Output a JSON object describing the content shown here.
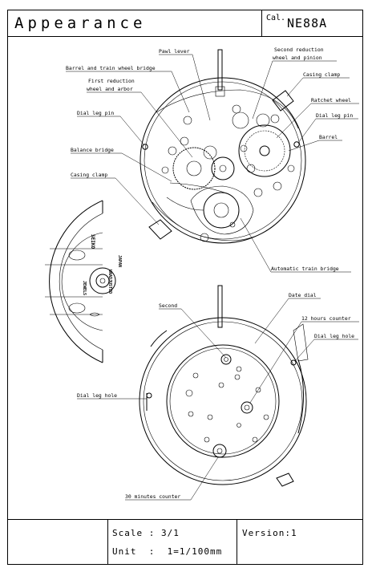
{
  "header": {
    "title": "Appearance",
    "cal_label": "Cal.",
    "cal_value": "NE88A"
  },
  "footer": {
    "scale": "Scale : 3/1",
    "unit": "Unit  :  1=1/100mm",
    "version": "Version:1"
  },
  "labels_top": {
    "pawl_lever": "Pawl lever",
    "second_reduction_1": "Second reduction",
    "second_reduction_2": "wheel and pinion",
    "barrel_train_bridge": "Barrel and train wheel bridge",
    "casing_clamp_right": "Casing clamp",
    "first_reduction_1": "First reduction",
    "first_reduction_2": "wheel and arbor",
    "ratchet_wheel": "Ratchet wheel",
    "dial_leg_pin_left": "Dial leg pin",
    "dial_leg_pin_right": "Dial leg pin",
    "barrel": "Barrel",
    "balance_bridge": "Balance bridge",
    "casing_clamp_left": "Casing clamp",
    "automatic_train_bridge": "Automatic train bridge"
  },
  "rotor": {
    "brand": "SEIKO",
    "made_in": "JAPAN",
    "jewels": "JEWELS",
    "unadjusted": "UNADJUSTED"
  },
  "labels_bottom": {
    "date_dial": "Date dial",
    "second": "Second",
    "twelve_hours": "12 hours counter",
    "dial_leg_hole_right": "Dial leg hole",
    "dial_leg_hole_left": "Dial leg hole",
    "thirty_minutes": "30 minutes counter"
  }
}
